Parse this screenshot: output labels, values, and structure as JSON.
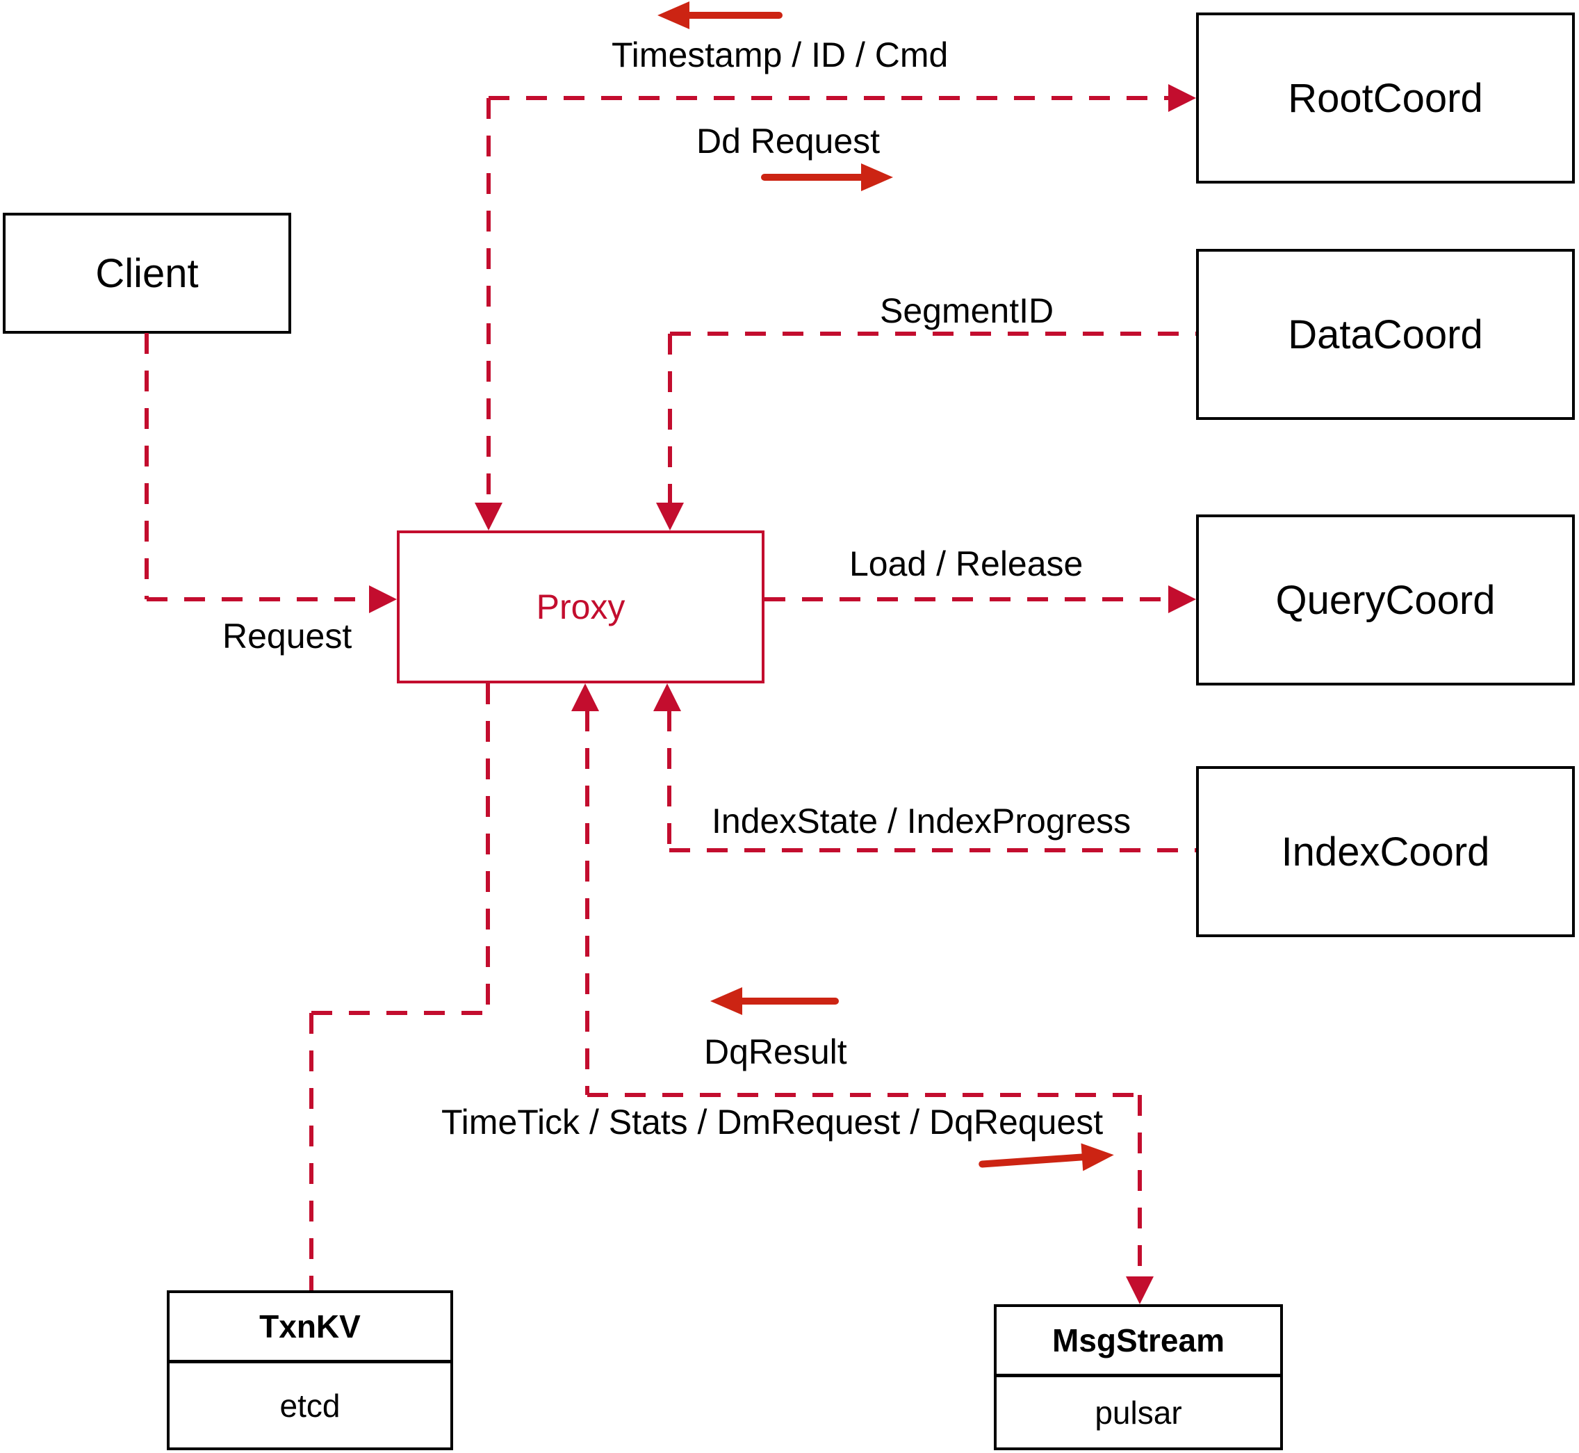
{
  "nodes": {
    "client": {
      "label": "Client"
    },
    "proxy": {
      "label": "Proxy"
    },
    "root_coord": {
      "label": "RootCoord"
    },
    "data_coord": {
      "label": "DataCoord"
    },
    "query_coord": {
      "label": "QueryCoord"
    },
    "index_coord": {
      "label": "IndexCoord"
    },
    "txn_kv": {
      "title": "TxnKV",
      "impl": "etcd"
    },
    "msg_stream": {
      "title": "MsgStream",
      "impl": "pulsar"
    }
  },
  "edge_labels": {
    "timestamp": "Timestamp / ID / Cmd",
    "dd_request": "Dd Request",
    "segment_id": "SegmentID",
    "load_release": "Load / Release",
    "request": "Request",
    "index_state": "IndexState / IndexProgress",
    "dq_result": "DqResult",
    "time_tick": "TimeTick / Stats / DmRequest / DqRequest"
  },
  "edges": [
    {
      "between": [
        "Proxy",
        "RootCoord"
      ],
      "style": "dashed",
      "arrow_into": [
        "RootCoord",
        "Proxy"
      ],
      "labels": [
        "Timestamp / ID / Cmd",
        "Dd Request"
      ]
    },
    {
      "between": [
        "DataCoord",
        "Proxy"
      ],
      "style": "dashed",
      "arrow_into": [
        "Proxy"
      ],
      "labels": [
        "SegmentID"
      ]
    },
    {
      "between": [
        "Proxy",
        "QueryCoord"
      ],
      "style": "dashed",
      "arrow_into": [
        "QueryCoord"
      ],
      "labels": [
        "Load / Release"
      ]
    },
    {
      "between": [
        "IndexCoord",
        "Proxy"
      ],
      "style": "dashed",
      "arrow_into": [
        "Proxy"
      ],
      "labels": [
        "IndexState / IndexProgress"
      ]
    },
    {
      "between": [
        "Client",
        "Proxy"
      ],
      "style": "dashed",
      "arrow_into": [
        "Proxy"
      ],
      "labels": [
        "Request"
      ]
    },
    {
      "between": [
        "Proxy",
        "TxnKV"
      ],
      "style": "dashed",
      "arrow_into": [],
      "labels": []
    },
    {
      "between": [
        "Proxy",
        "MsgStream"
      ],
      "style": "dashed",
      "arrow_into": [
        "MsgStream",
        "Proxy"
      ],
      "labels": [
        "TimeTick / Stats / DmRequest / DqRequest",
        "DqResult"
      ]
    }
  ],
  "colors": {
    "line": "#c30d2e",
    "arrow": "#cc2413",
    "ink": "#000000",
    "border": "#000000",
    "bg": "#ffffff"
  }
}
